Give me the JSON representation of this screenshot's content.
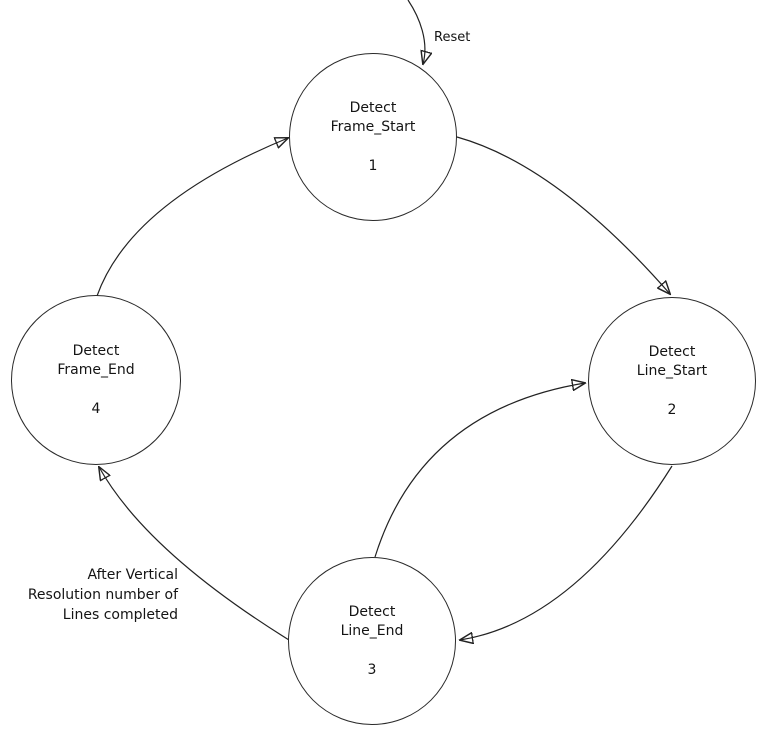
{
  "diagram": {
    "background_color": "#ffffff",
    "stroke_color": "#222222",
    "text_color": "#141414",
    "states": [
      {
        "id": "1",
        "line1": "Detect",
        "line2": "Frame_Start",
        "number": "1"
      },
      {
        "id": "2",
        "line1": "Detect",
        "line2": "Line_Start",
        "number": "2"
      },
      {
        "id": "3",
        "line1": "Detect",
        "line2": "Line_End",
        "number": "3"
      },
      {
        "id": "4",
        "line1": "Detect",
        "line2": "Frame_End",
        "number": "4"
      }
    ],
    "edges": [
      {
        "name": "reset-entry",
        "from": "external",
        "to": "1",
        "label": "Reset"
      },
      {
        "name": "frame-start-to-line-start",
        "from": "1",
        "to": "2",
        "label": ""
      },
      {
        "name": "line-start-to-line-end",
        "from": "2",
        "to": "3",
        "label": ""
      },
      {
        "name": "line-end-to-line-start",
        "from": "3",
        "to": "2",
        "label": ""
      },
      {
        "name": "line-end-to-frame-end",
        "from": "3",
        "to": "4",
        "label": "After Vertical Resolution number of Lines completed"
      },
      {
        "name": "frame-end-to-frame-start",
        "from": "4",
        "to": "1",
        "label": ""
      }
    ],
    "labels": {
      "reset": "Reset",
      "note_lines": {
        "0": "After Vertical",
        "1": "Resolution number of",
        "2": "Lines completed"
      }
    }
  }
}
